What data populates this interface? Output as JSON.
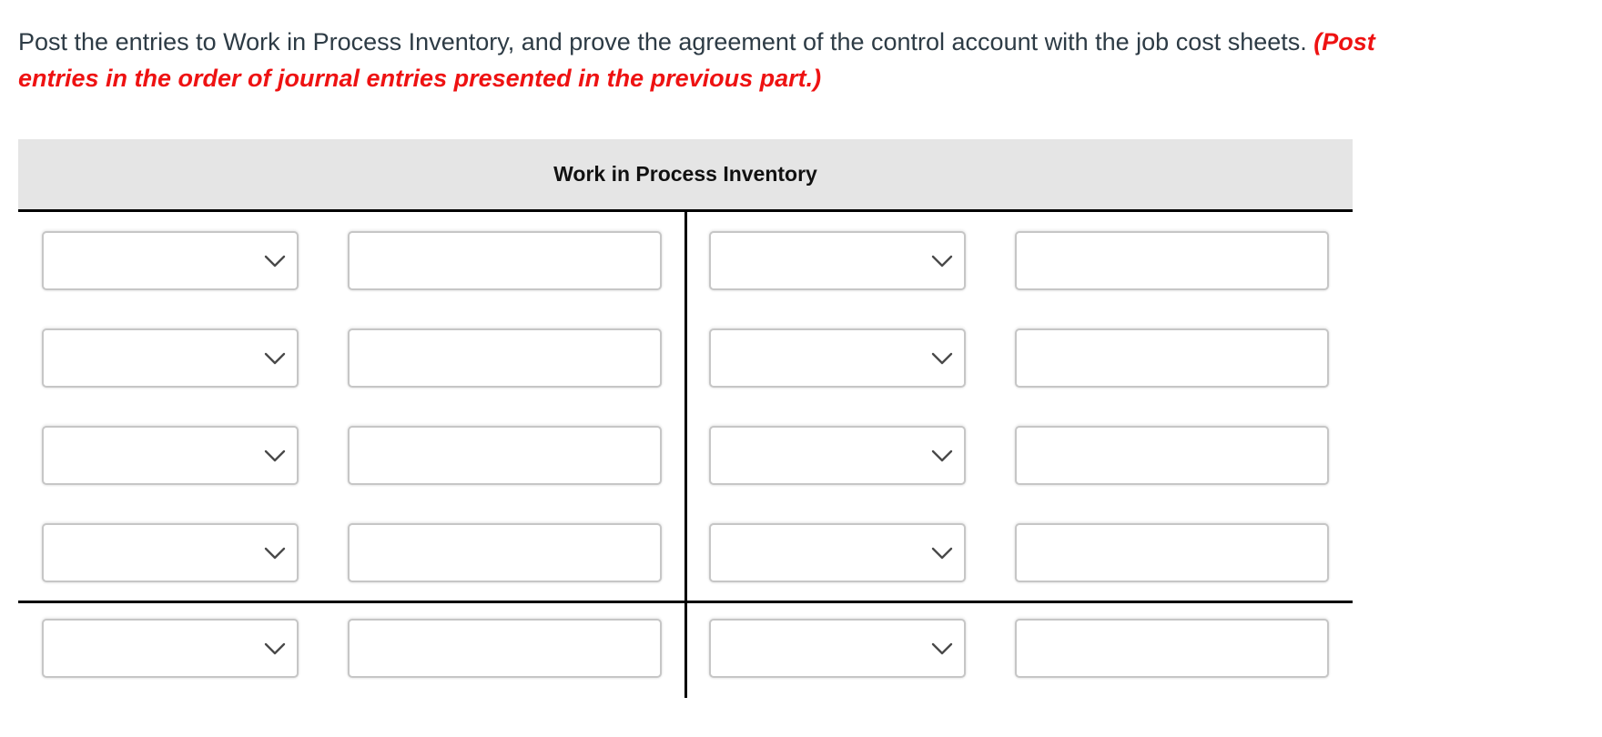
{
  "question": {
    "line1_black": "Post the entries to Work in Process Inventory, and prove the agreement of the control account with the job cost sheets. ",
    "line1_red": "(Post",
    "line2_red": "entries in the order of journal entries presented in the previous part.)",
    "text_color": "#2d3b45",
    "note_color": "#ee1212"
  },
  "taccount": {
    "title": "Work in Process Inventory",
    "header_bg": "#e5e5e5",
    "rule_color": "#000000",
    "control_border": "#c6c6c6",
    "chevron_icon": "chevron-down",
    "chevron_color": "#4a4a4a",
    "debit_side": {
      "rows_above_rule": [
        {
          "account": "",
          "amount": ""
        },
        {
          "account": "",
          "amount": ""
        },
        {
          "account": "",
          "amount": ""
        },
        {
          "account": "",
          "amount": ""
        }
      ],
      "rows_below_rule": [
        {
          "account": "",
          "amount": ""
        }
      ]
    },
    "credit_side": {
      "rows_above_rule": [
        {
          "account": "",
          "amount": ""
        },
        {
          "account": "",
          "amount": ""
        },
        {
          "account": "",
          "amount": ""
        },
        {
          "account": "",
          "amount": ""
        }
      ],
      "rows_below_rule": [
        {
          "account": "",
          "amount": ""
        }
      ]
    }
  }
}
